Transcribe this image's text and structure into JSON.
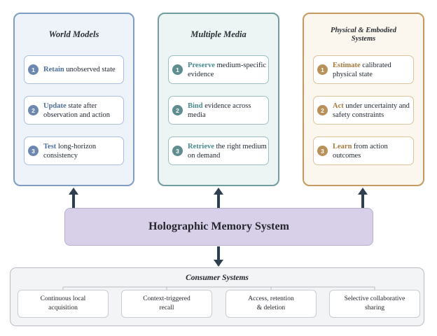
{
  "panels": [
    {
      "title": "World Models",
      "title_lines": [],
      "accent": "#4d6f9d",
      "items": [
        {
          "num": "1",
          "keyword": "Retain",
          "text": " unobserved state"
        },
        {
          "num": "2",
          "keyword": "Update",
          "text": " state after observation and action"
        },
        {
          "num": "3",
          "keyword": "Test",
          "text": " long-horizon consistency"
        }
      ]
    },
    {
      "title": "Multiple Media",
      "title_lines": [],
      "accent": "#4a8a8e",
      "items": [
        {
          "num": "1",
          "keyword": "Preserve",
          "text": " medium-specific evidence"
        },
        {
          "num": "2",
          "keyword": "Bind",
          "text": " evidence across media"
        },
        {
          "num": "3",
          "keyword": "Retrieve",
          "text": " the right medium on demand"
        }
      ]
    },
    {
      "title": "",
      "title_lines": [
        "Physical & Embodied",
        "Systems"
      ],
      "accent": "#a7783d",
      "items": [
        {
          "num": "1",
          "keyword": "Estimate",
          "text": " calibrated physical state"
        },
        {
          "num": "2",
          "keyword": "Act",
          "text": " under uncertainty and safety constraints"
        },
        {
          "num": "3",
          "keyword": "Learn",
          "text": " from action outcomes"
        }
      ]
    }
  ],
  "memory_system": {
    "label": "Holographic Memory System",
    "color": "#d7d0e8"
  },
  "consumers": {
    "title": "Consumer Systems",
    "items": [
      {
        "line1": "Continuous local",
        "line2": "acquisition"
      },
      {
        "line1": "Context-triggered",
        "line2": "recall"
      },
      {
        "line1": "Access, retention",
        "line2": "& deletion"
      },
      {
        "line1": "Selective collaborative",
        "line2": "sharing"
      }
    ]
  }
}
